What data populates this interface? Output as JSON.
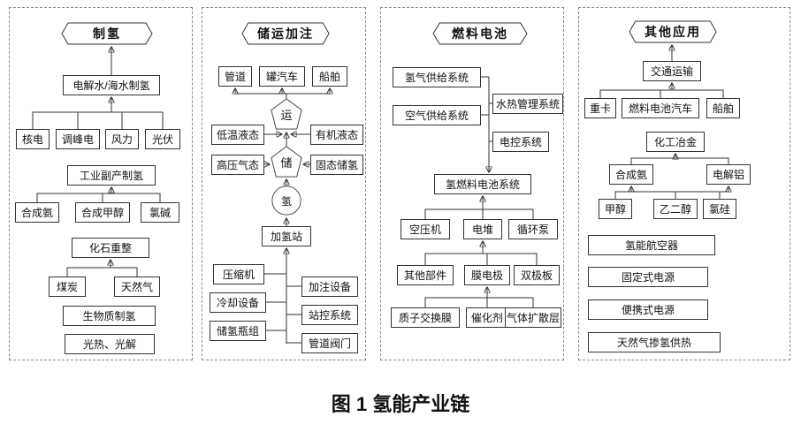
{
  "caption": "图 1 氢能产业链",
  "panels": {
    "production": {
      "title": "制氢",
      "electrolysis": "电解水/海水制氢",
      "nuclear": "核电",
      "peaking": "调峰电",
      "wind": "风力",
      "pv": "光伏",
      "byproduct": "工业副产制氢",
      "ammonia": "合成氨",
      "methanol": "合成甲醇",
      "chlor_alkali": "氯碱",
      "fossil_reforming": "化石重整",
      "coal": "煤炭",
      "natural_gas": "天然气",
      "biomass": "生物质制氢",
      "solar_thermal": "光热、光解"
    },
    "storage_transport": {
      "title": "储运加注",
      "pipeline": "管道",
      "tank_truck": "罐汽车",
      "ship": "船舶",
      "transport_node": "运",
      "storage_node": "储",
      "hydrogen_node": "氢",
      "low_temp_liquid": "低温液态",
      "high_pressure_gas": "高压气态",
      "organic_liquid": "有机液态",
      "solid_state": "固态储氢",
      "refueling_station": "加氢站",
      "compressor": "压缩机",
      "cooling_equipment": "冷却设备",
      "cylinder_group": "储氢瓶组",
      "dispensing_equipment": "加注设备",
      "station_control": "站控系统",
      "pipeline_valves": "管道阀门"
    },
    "fuel_cell": {
      "title": "燃料电池",
      "h2_supply": "氢气供给系统",
      "air_supply": "空气供给系统",
      "thermal_mgmt": "水热管理系统",
      "electronic_control": "电控系统",
      "fc_system": "氢燃料电池系统",
      "air_compressor": "空压机",
      "stack": "电堆",
      "circulation_pump": "循环泵",
      "other_parts": "其他部件",
      "membrane_electrode": "膜电极",
      "bipolar_plate": "双极板",
      "pem": "质子交换膜",
      "catalyst": "催化剂",
      "gas_diffusion": "气体扩散层"
    },
    "other_applications": {
      "title": "其他应用",
      "transportation": "交通运输",
      "heavy_truck": "重卡",
      "fcv": "燃料电池汽车",
      "ship": "船舶",
      "chemical_metallurgy": "化工冶金",
      "ammonia": "合成氨",
      "electrolytic_aluminum": "电解铝",
      "methanol": "甲醇",
      "ethylene_glycol": "乙二醇",
      "chlorosilane": "氯硅",
      "aircraft": "氢能航空器",
      "stationary_power": "固定式电源",
      "portable_power": "便携式电源",
      "ng_blending": "天然气掺氢供热"
    }
  }
}
